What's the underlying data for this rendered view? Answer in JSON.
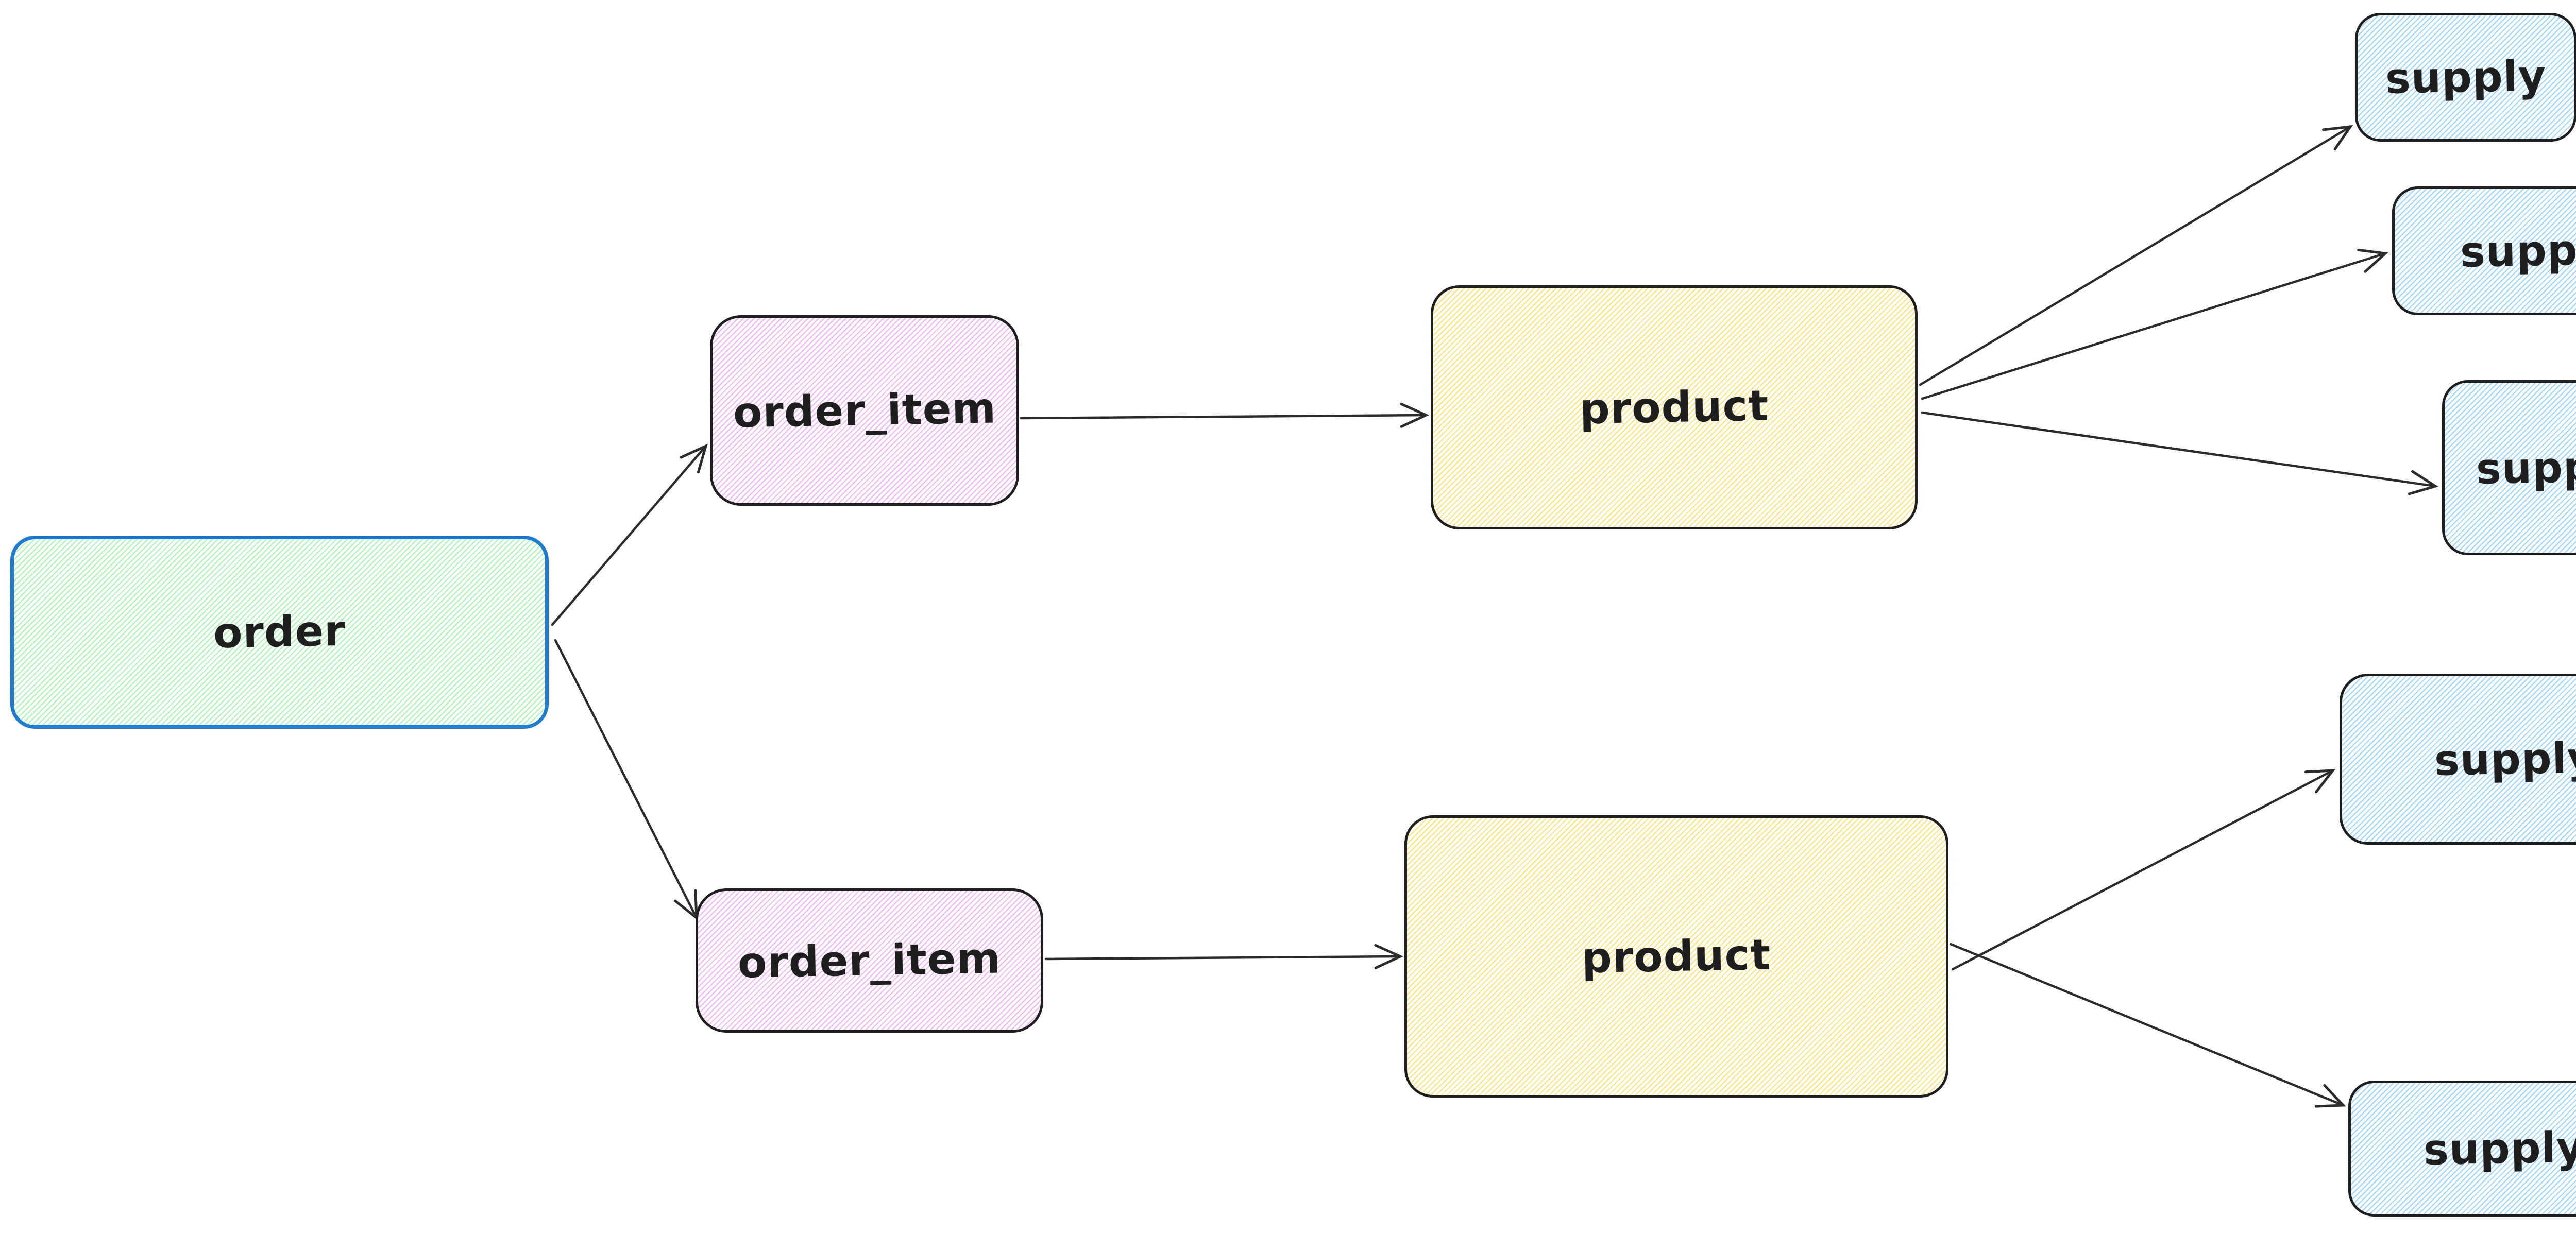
{
  "diagram": {
    "type": "hand-drawn-entity-flow",
    "canvas_bg": "#ffffff",
    "nodes": {
      "order": {
        "label": "order",
        "fill": "#b2f2bb",
        "stroke": "#1f7bd0"
      },
      "order_item_top": {
        "label": "order_item",
        "fill": "#f0bdf3",
        "stroke": "#1e1e1e"
      },
      "order_item_bottom": {
        "label": "order_item",
        "fill": "#f0bdf3",
        "stroke": "#1e1e1e"
      },
      "product_top": {
        "label": "product",
        "fill": "#fbe58a",
        "stroke": "#1e1e1e"
      },
      "product_bottom": {
        "label": "product",
        "fill": "#fbe58a",
        "stroke": "#1e1e1e"
      },
      "supply_1": {
        "label": "supply",
        "fill": "#a5d8ff",
        "stroke": "#1e1e1e"
      },
      "supply_2": {
        "label": "supply",
        "fill": "#a5d8ff",
        "stroke": "#1e1e1e"
      },
      "supply_3": {
        "label": "supply",
        "fill": "#a5d8ff",
        "stroke": "#1e1e1e"
      },
      "supply_4": {
        "label": "supply",
        "fill": "#a5d8ff",
        "stroke": "#1e1e1e"
      },
      "supply_5": {
        "label": "supply",
        "fill": "#a5d8ff",
        "stroke": "#1e1e1e"
      }
    },
    "edges": [
      {
        "from": "order",
        "to": "order_item_top"
      },
      {
        "from": "order",
        "to": "order_item_bottom"
      },
      {
        "from": "order_item_top",
        "to": "product_top"
      },
      {
        "from": "order_item_bottom",
        "to": "product_bottom"
      },
      {
        "from": "product_top",
        "to": "supply_1"
      },
      {
        "from": "product_top",
        "to": "supply_2"
      },
      {
        "from": "product_top",
        "to": "supply_3"
      },
      {
        "from": "product_bottom",
        "to": "supply_4"
      },
      {
        "from": "product_bottom",
        "to": "supply_5"
      }
    ],
    "colors": {
      "arrow": "#2b2b2b",
      "text": "#1e1e1e",
      "order_border_blue": "#1f7bd0",
      "green_hachure": "#b2f2bb",
      "violet_hachure": "#f0bdf3",
      "yellow_hachure": "#fbe58a",
      "blue_hachure": "#a5d8ff"
    }
  }
}
